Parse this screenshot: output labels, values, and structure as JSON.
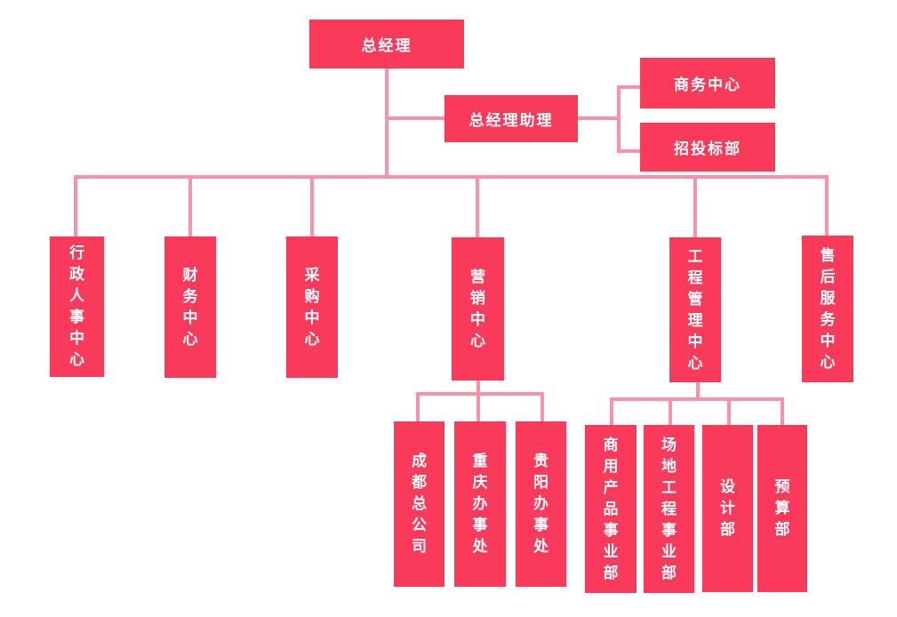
{
  "diagram_type": "org-chart",
  "colors": {
    "box_fill": "#FA3A5B",
    "connector": "#F992A6",
    "box_text": "#FFFFFF",
    "background": "#FFFFFF"
  },
  "nodes": {
    "gm": {
      "label": "总经理"
    },
    "assistant": {
      "label": "总经理助理"
    },
    "business": {
      "label": "商务中心"
    },
    "bidding": {
      "label": "招投标部"
    },
    "admin_hr": {
      "label": "行政人事中心"
    },
    "finance": {
      "label": "财务中心"
    },
    "purchasing": {
      "label": "采购中心"
    },
    "marketing": {
      "label": "营销中心"
    },
    "engineering": {
      "label": "工程管理中心"
    },
    "after_sales": {
      "label": "售后服务中心"
    },
    "chengdu": {
      "label": "成都总公司"
    },
    "chongqing": {
      "label": "重庆办事处"
    },
    "guiyang": {
      "label": "贵阳办事处"
    },
    "commercial_products": {
      "label": "商用产品事业部"
    },
    "site_engineering": {
      "label": "场地工程事业部"
    },
    "design": {
      "label": "设计部"
    },
    "budget": {
      "label": "预算部"
    }
  },
  "structure": {
    "root": "gm",
    "children_of": {
      "gm": [
        "assistant",
        "admin_hr",
        "finance",
        "purchasing",
        "marketing",
        "engineering",
        "after_sales"
      ],
      "assistant": [
        "business",
        "bidding"
      ],
      "marketing": [
        "chengdu",
        "chongqing",
        "guiyang"
      ],
      "engineering": [
        "commercial_products",
        "site_engineering",
        "design",
        "budget"
      ]
    }
  }
}
